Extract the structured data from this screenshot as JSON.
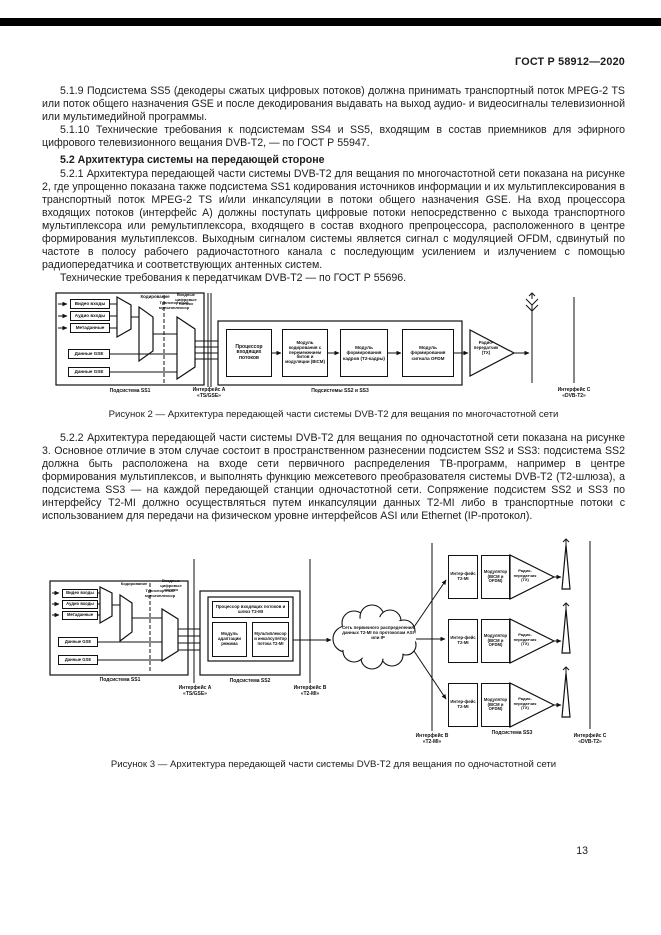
{
  "page": {
    "header": "ГОСТ Р 58912—2020",
    "number": "13"
  },
  "text": {
    "p_5_1_9": "5.1.9 Подсистема SS5 (декодеры сжатых цифровых потоков) должна принимать транспортный поток MPEG-2 TS или поток общего назначения GSE и после декодирования выдавать на выход аудио- и видеосигналы телевизионной или мультимедийной программы.",
    "p_5_1_10": "5.1.10 Технические требования к подсистемам SS4 и SS5, входящим в состав приемников для эфирного цифрового телевизионного вещания DVB-T2, — по ГОСТ Р 55947.",
    "h_5_2": "5.2 Архитектура системы на передающей стороне",
    "p_5_2_1": "5.2.1 Архитектура передающей части системы DVB-T2 для вещания по многочастотной сети показана на рисунке 2, где упрощенно показана также подсистема SS1 кодирования источников информации и их мультиплексирования в транспортный поток MPEG-2 TS и/или инкапсуляции в потоки общего назначения GSE. На вход процессора входящих потоков (интерфейс А) должны поступать цифровые потоки непосредственно с выхода транспортного мультиплексора или ремультиплексора, входящего в состав входного препроцессора, расположенного в центре формирования мультиплексов. Выходным сигналом системы является сигнал с модуляцией OFDM, сдвинутый по частоте в полосу рабочего радиочастотного канала с последующим усилением и излучением с помощью радиопередатчика и соответствующих антенных систем.",
    "p_5_2_1b": "Технические требования к передатчикам DVB-T2 — по ГОСТ Р 55696.",
    "p_5_2_2": "5.2.2 Архитектура передающей части системы DVB-T2 для вещания по одночастотной сети показана на рисунке 3. Основное отличие в этом случае состоит в пространственном разнесении подсистем SS2 и SS3: подсистема SS2 должна быть расположена на входе сети первичного распределения ТВ-программ, например в центре формирования мультиплексов, и выполнять функцию межсетевого преобразователя системы DVB-T2 (Т2-шлюза), а подсистема SS3 — на каждой передающей станции одночастотной сети. Сопряжение подсистем SS2 и SS3 по интерфейсу Т2-MI должно осуществляться путем инкапсуляции данных Т2-MI либо в транспортные потоки с использованием для передачи на физическом уровне интерфейсов ASI или Ethernet (IP-протокол)."
  },
  "figure2": {
    "caption": "Рисунок 2 — Архитектура передающей части системы DVB-T2 для вещания по многочастотной сети",
    "ss1": {
      "caption": "Подсистема SS1",
      "inputs": [
        "Видео входы",
        "Аудио входы",
        "Метаданные"
      ],
      "gse": [
        "Данные GSE",
        "Данные GSE"
      ],
      "encoders": "Кодирование",
      "mux": "Транспортный мультиплексор",
      "streams": "Входные цифровые потоки"
    },
    "interface_a": "Интерфейс А\n«TS/GSE»",
    "ss23": {
      "caption": "Подсистемы SS2 и SS3",
      "block1": "Процессор входящих потоков",
      "block2": "Модуль кодирования с перемежением битов и модуляции (BICM)",
      "block3": "Модуль формирования кадров (Т2-кадры)",
      "block4": "Модуль формирования сигнала OFDM",
      "tx": "Радио-передатчик (ТХ)"
    },
    "interface_c": "Интерфейс C\n«DVB-T2»"
  },
  "figure3": {
    "caption": "Рисунок 3 — Архитектура передающей части системы DVB-T2 для вещания по одночастотной сети",
    "ss1": {
      "caption": "Подсистема SS1",
      "inputs": [
        "Видео входы",
        "Аудио входы",
        "Метаданные"
      ],
      "gse": [
        "Данные GSE",
        "Данные GSE"
      ],
      "encoders": "Кодирование",
      "mux": "Транспортный мультиплексор",
      "streams": "Входные цифровые потоки"
    },
    "interface_a": "Интерфейс А\n«TS/GSE»",
    "ss2": {
      "caption": "Подсистема SS2",
      "header": "Процессор входящих потоков и шлюз Т2-МI",
      "sub1": "Модуль адаптации режима",
      "sub2": "Мультиплексор и инкапсулятор потока Т2-МI"
    },
    "interface_b": "Интерфейс В\n«Т2-МI»",
    "cloud": "Сеть первичного распределения данных Т2-МI по протоколам ASI или IP",
    "interface_b2": "Интерфейс В\n«Т2-МI»",
    "ss3": {
      "caption": "Подсистема SS3",
      "iface": "Интер-фейс Т2-МI",
      "mod": "Модулятор (BICM и OFDM)",
      "tx": "Радио-передатчик (ТХ)"
    },
    "interface_c": "Интерфейс C\n«DVB-T2»"
  }
}
